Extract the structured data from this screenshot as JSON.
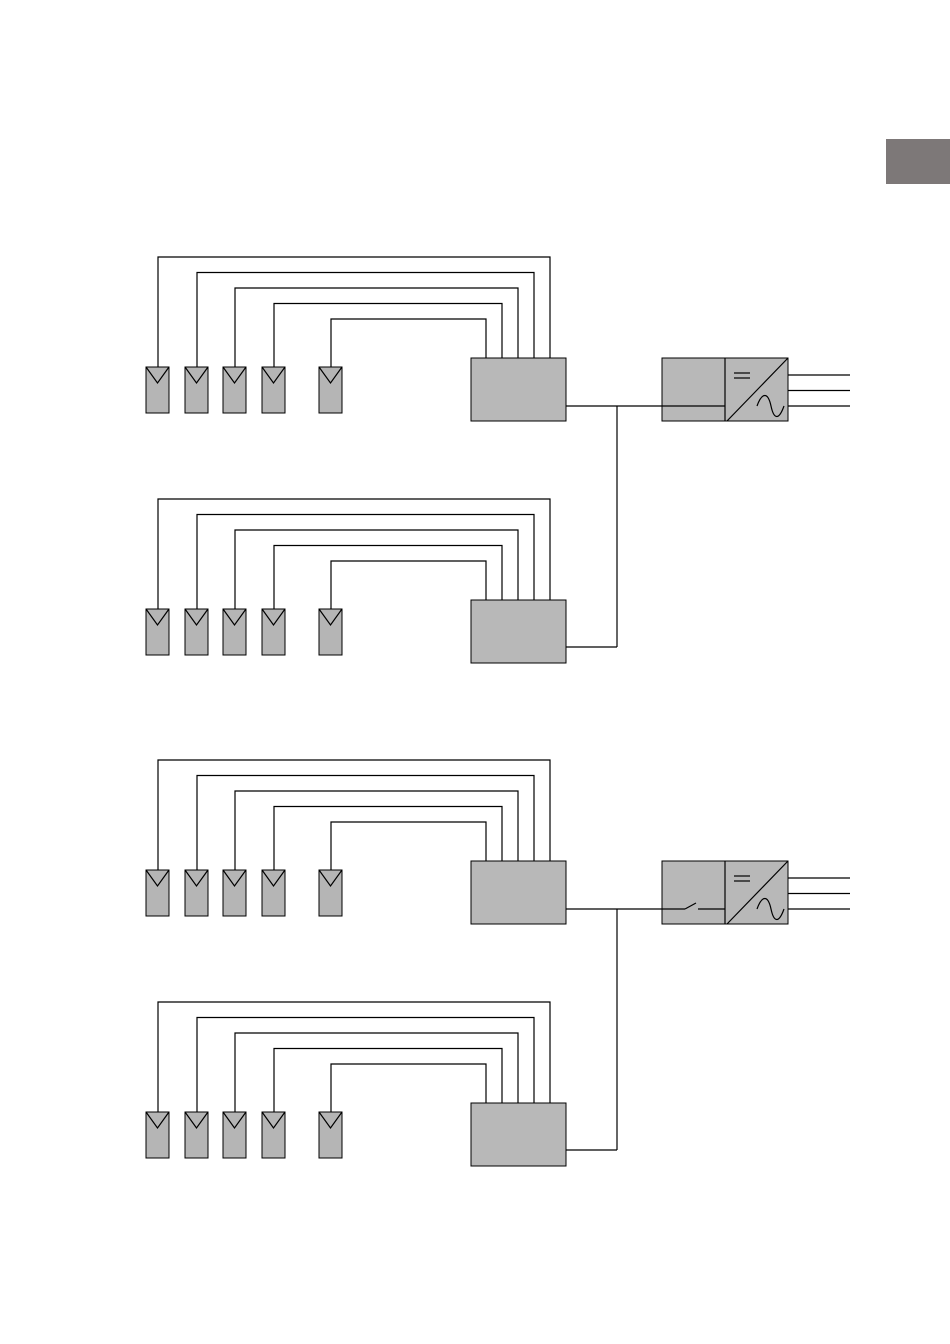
{
  "page": {
    "title": "",
    "tab_color": "#7d7878"
  },
  "colors": {
    "module_fill": "#b5b5b5",
    "box_fill": "#b8b8b8",
    "line": "#000000"
  },
  "diagrams": [
    {
      "id": "upper",
      "has_switch": false,
      "groups": [
        {
          "modules": 5,
          "combiner_inputs": 5
        },
        {
          "modules": 5,
          "combiner_inputs": 5
        }
      ],
      "inverter": {
        "dc_symbol": "=",
        "ac_symbol": "~",
        "ac_outputs": 3
      }
    },
    {
      "id": "lower",
      "has_switch": true,
      "groups": [
        {
          "modules": 5,
          "combiner_inputs": 5
        },
        {
          "modules": 5,
          "combiner_inputs": 5
        }
      ],
      "inverter": {
        "dc_symbol": "=",
        "ac_symbol": "~",
        "ac_outputs": 3
      }
    }
  ]
}
